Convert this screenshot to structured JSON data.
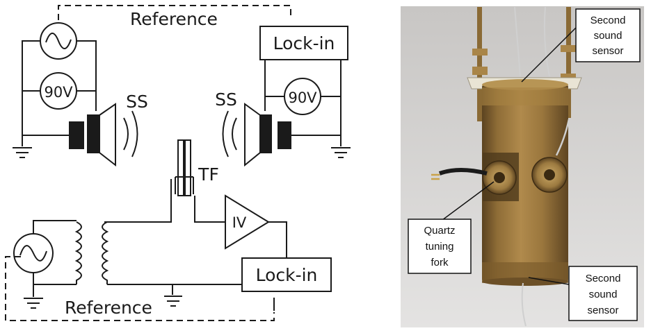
{
  "schematic": {
    "reference_top": "Reference",
    "reference_bottom": "Reference",
    "lockin_top": "Lock-in",
    "lockin_bottom": "Lock-in",
    "amp_left": "90V",
    "amp_right": "90V",
    "ss_left": "SS",
    "ss_right": "SS",
    "tf": "TF",
    "iv": "IV"
  },
  "photo": {
    "callout_top": [
      "Second",
      "sound",
      "sensor"
    ],
    "callout_fork": [
      "Quartz",
      "tuning",
      "fork"
    ],
    "callout_bottom": [
      "Second",
      "sound",
      "sensor"
    ]
  }
}
